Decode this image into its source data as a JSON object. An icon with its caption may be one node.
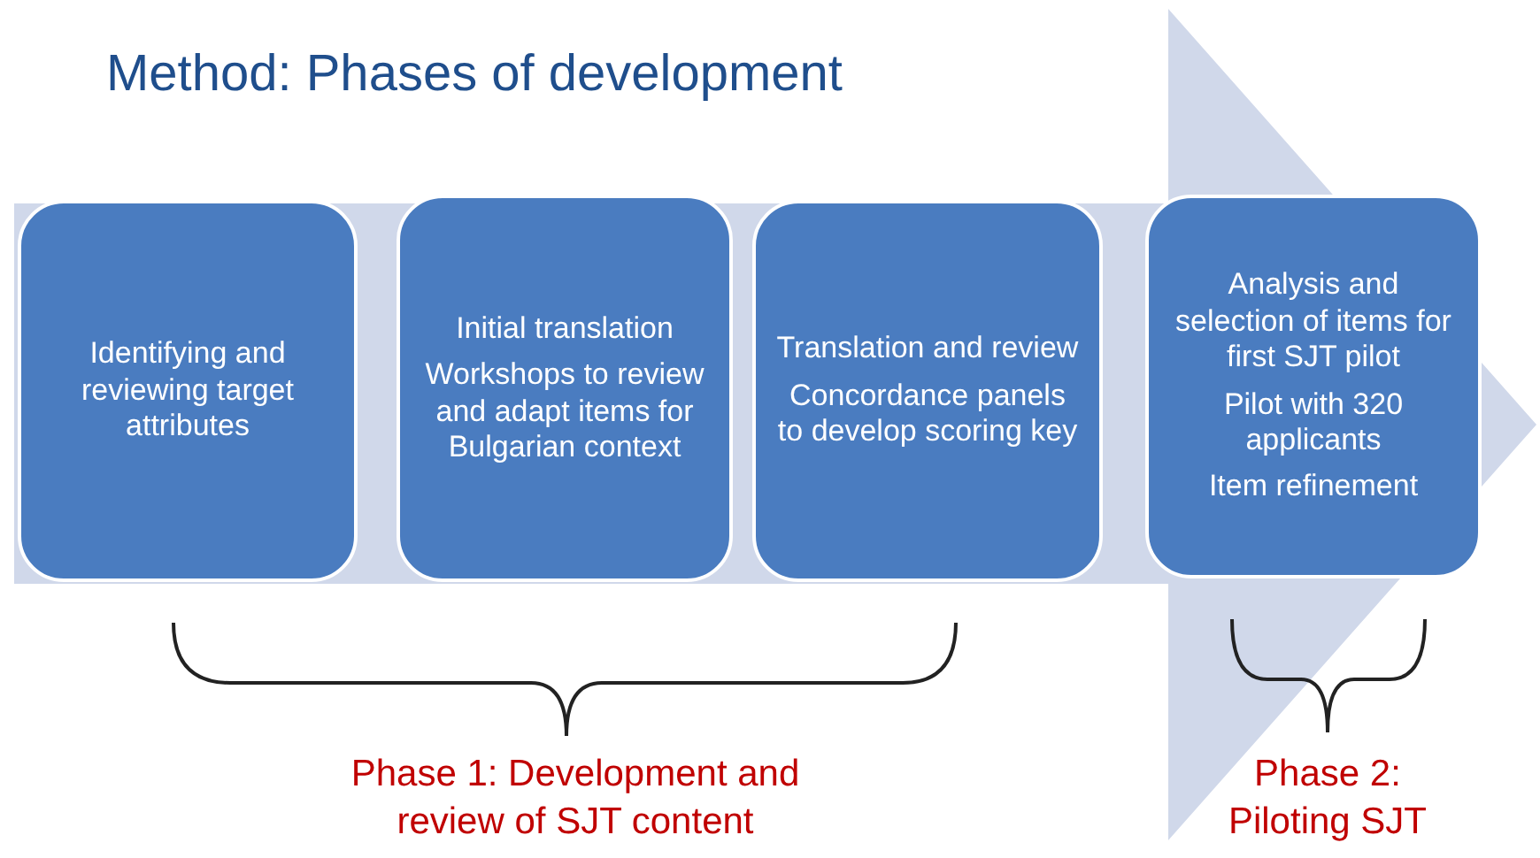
{
  "diagram": {
    "title": "Method: Phases of development",
    "nodes": [
      {
        "text": [
          "Identifying and reviewing target attributes"
        ]
      },
      {
        "text": [
          "Initial translation",
          "Workshops to review and adapt items for Bulgarian context"
        ]
      },
      {
        "text": [
          "Translation and review",
          "Concordance panels to develop scoring key"
        ]
      },
      {
        "text": [
          "Analysis and selection of items for first SJT pilot",
          "Pilot with 320 applicants",
          "Item refinement"
        ]
      }
    ],
    "edges": [],
    "labels": [
      "Phase 1: Development and review of SJT content",
      "Phase 2: Piloting SJT"
    ]
  }
}
